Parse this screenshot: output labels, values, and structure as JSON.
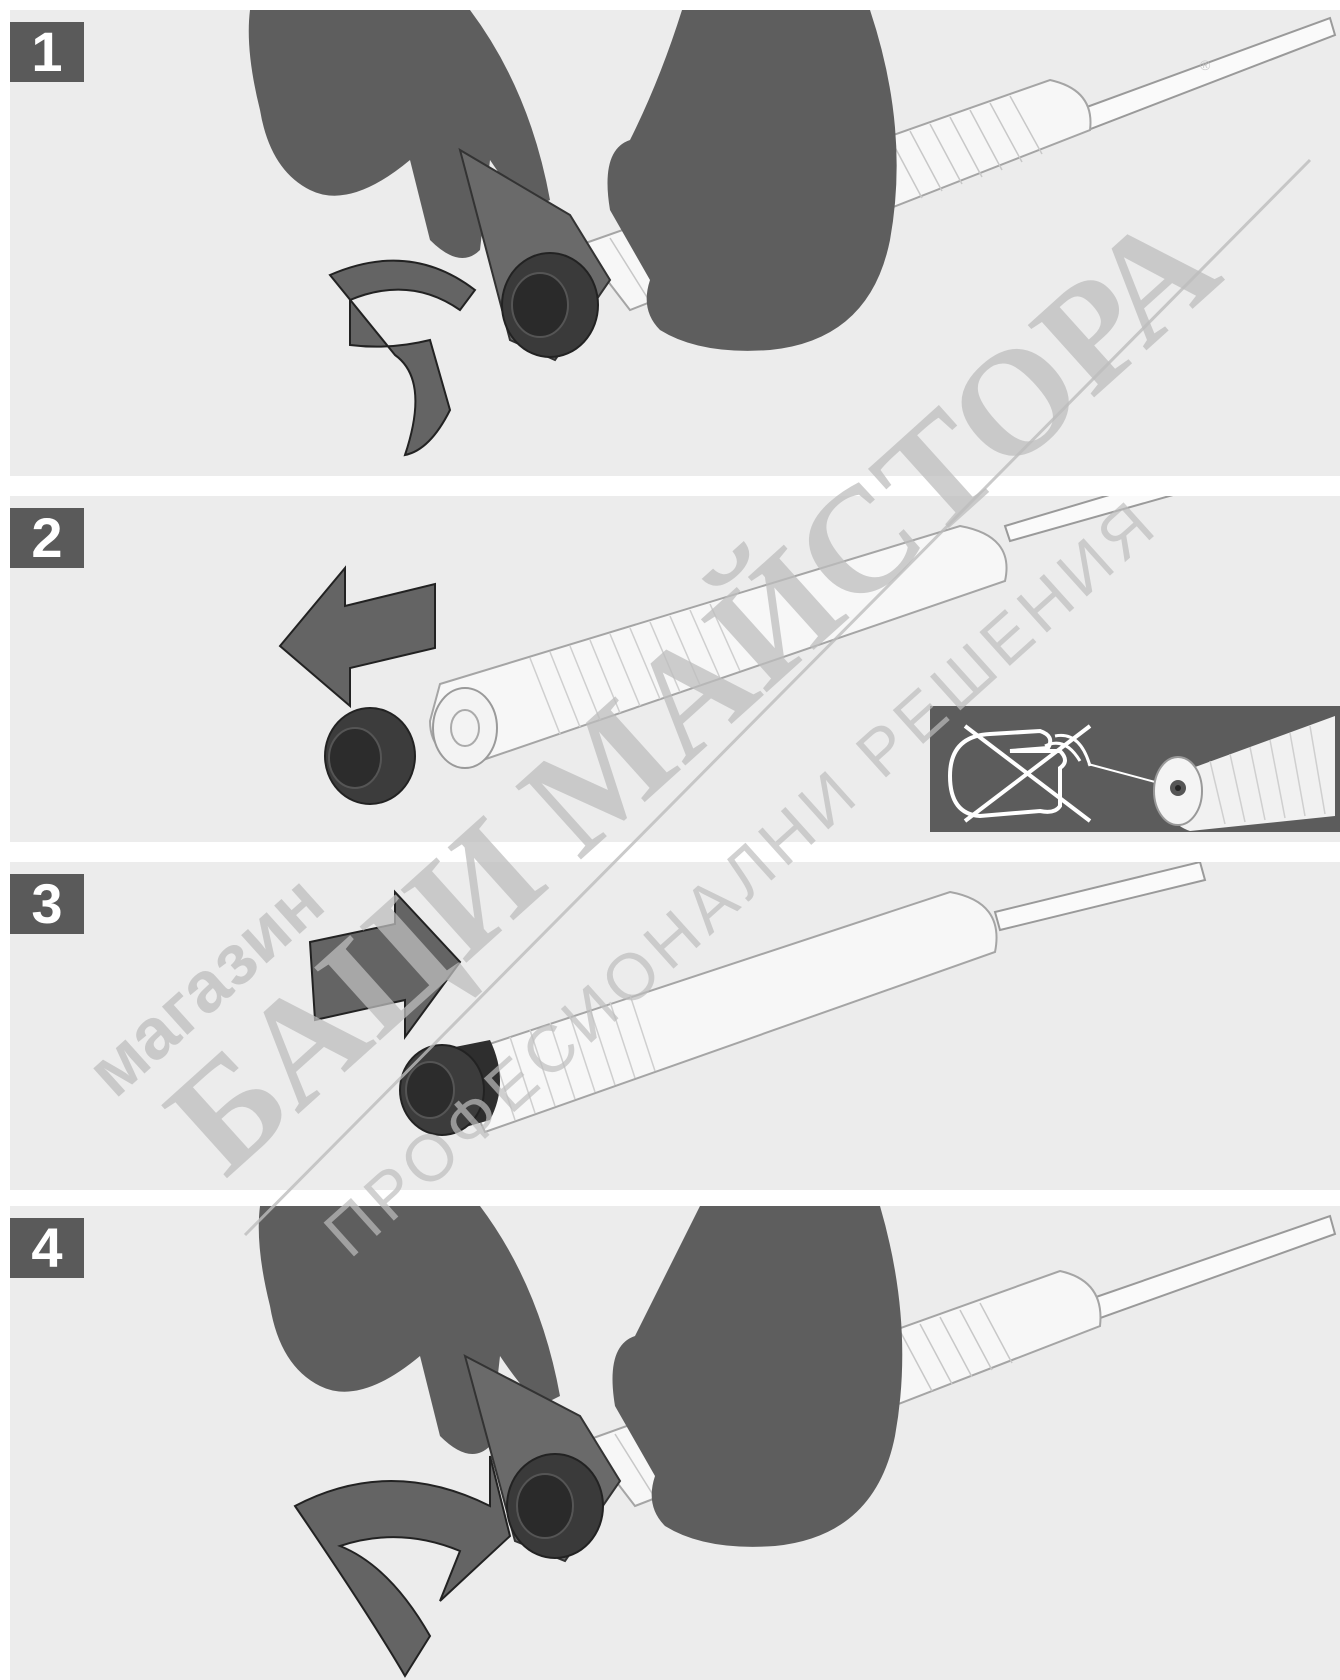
{
  "steps": [
    {
      "number": "1",
      "rotation": "counter-clockwise"
    },
    {
      "number": "2",
      "direction": "pull-off"
    },
    {
      "number": "3",
      "direction": "push-on"
    },
    {
      "number": "4",
      "rotation": "clockwise"
    }
  ],
  "inset_warning": {
    "icon": "no-finger-touch-icon"
  },
  "colors": {
    "panel_bg": "#ececec",
    "dark": "#5a5a5a",
    "watermark": "#bdbdbd"
  },
  "watermark": {
    "line1": "магазин",
    "line2": "БАЦИ МАЙСТОРА",
    "line3": "ПРОФЕСИОНАЛНИ РЕШЕНИЯ",
    "registered": "®"
  }
}
